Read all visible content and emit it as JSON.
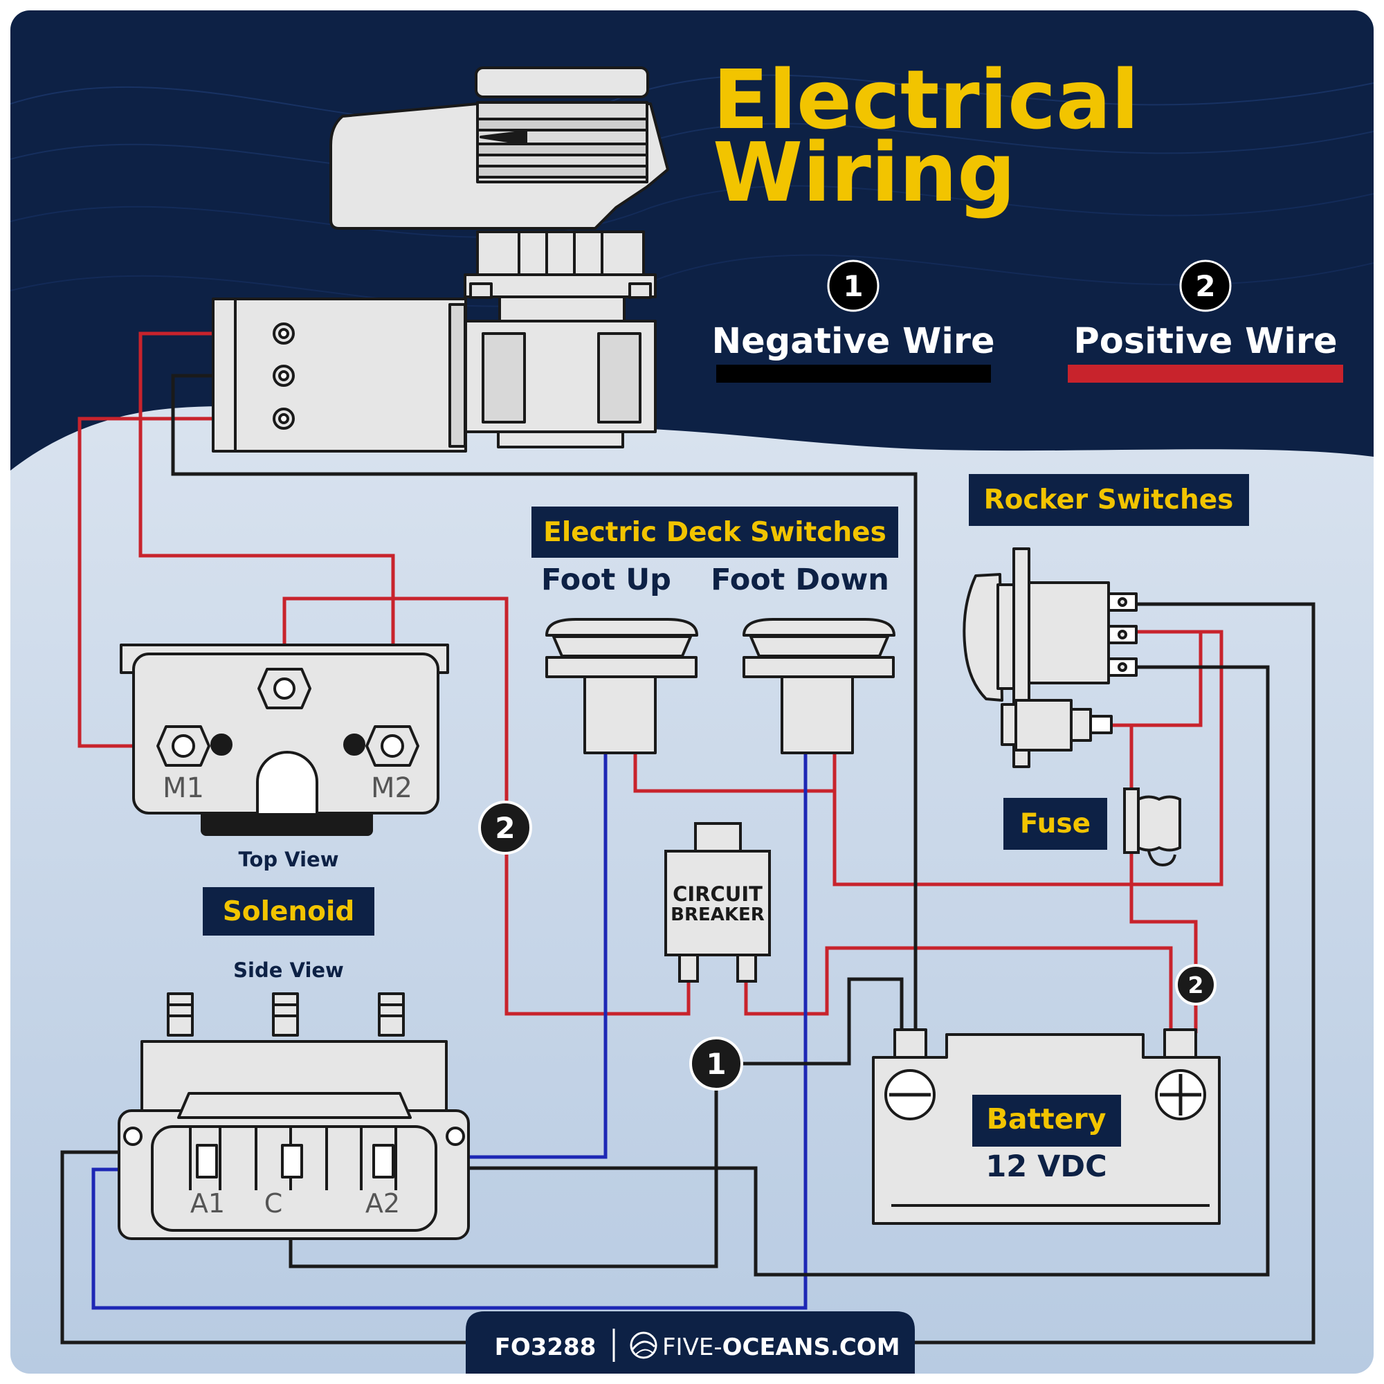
{
  "title": {
    "line1": "Electrical",
    "line2": "Wiring"
  },
  "legend": {
    "negative": {
      "number": "1",
      "label": "Negative Wire"
    },
    "positive": {
      "number": "2",
      "label": "Positive Wire"
    }
  },
  "components": {
    "rocker": {
      "title": "Rocker Switches"
    },
    "deck": {
      "title": "Electric Deck Switches",
      "foot_up": "Foot Up",
      "foot_down": "Foot Down"
    },
    "solenoid": {
      "title": "Solenoid",
      "top_view": "Top View",
      "side_view": "Side View",
      "m1": "M1",
      "m2": "M2",
      "a1": "A1",
      "c": "C",
      "a2": "A2"
    },
    "breaker": {
      "line1": "CIRCUIT",
      "line2": "BREAKER"
    },
    "fuse": {
      "title": "Fuse"
    },
    "battery": {
      "title": "Battery",
      "voltage": "12 VDC"
    }
  },
  "markers": {
    "neg": "1",
    "pos": "2"
  },
  "footer": {
    "code": "FO3288",
    "site_a": "FIVE-",
    "site_b": "OCEANS.COM"
  },
  "colors": {
    "navy": "#0d2145",
    "yellow": "#f2c400",
    "red": "#c8232c",
    "blue": "#1d27b5",
    "black": "#1a1a1a",
    "component": "#e6e6e6"
  }
}
